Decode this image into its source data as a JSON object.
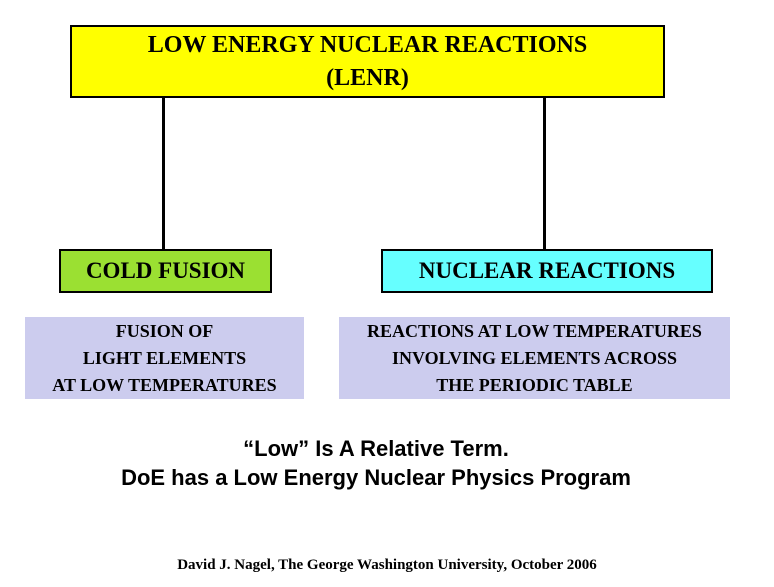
{
  "title_box": {
    "line1": "LOW ENERGY NUCLEAR REACTIONS",
    "line2": "(LENR)"
  },
  "branches": [
    {
      "header": "COLD FUSION",
      "details": [
        "FUSION OF",
        "LIGHT ELEMENTS",
        "AT LOW TEMPERATURES"
      ]
    },
    {
      "header": "NUCLEAR REACTIONS",
      "details": [
        "REACTIONS AT LOW TEMPERATURES",
        "INVOLVING ELEMENTS ACROSS",
        "THE PERIODIC TABLE"
      ]
    }
  ],
  "statement": {
    "line1": "“Low” Is A Relative Term.",
    "line2": "DoE has a Low Energy Nuclear Physics Program"
  },
  "attribution": "David J. Nagel, The George Washington University, October 2006",
  "colors": {
    "background": "#FFFFFF",
    "title_bg": "#FFFF00",
    "cold_fusion_bg": "#9BE032",
    "nuclear_reactions_bg": "#66FFFF",
    "detail_bg": "#CCCCEE",
    "lines_and_text": "#000000"
  }
}
